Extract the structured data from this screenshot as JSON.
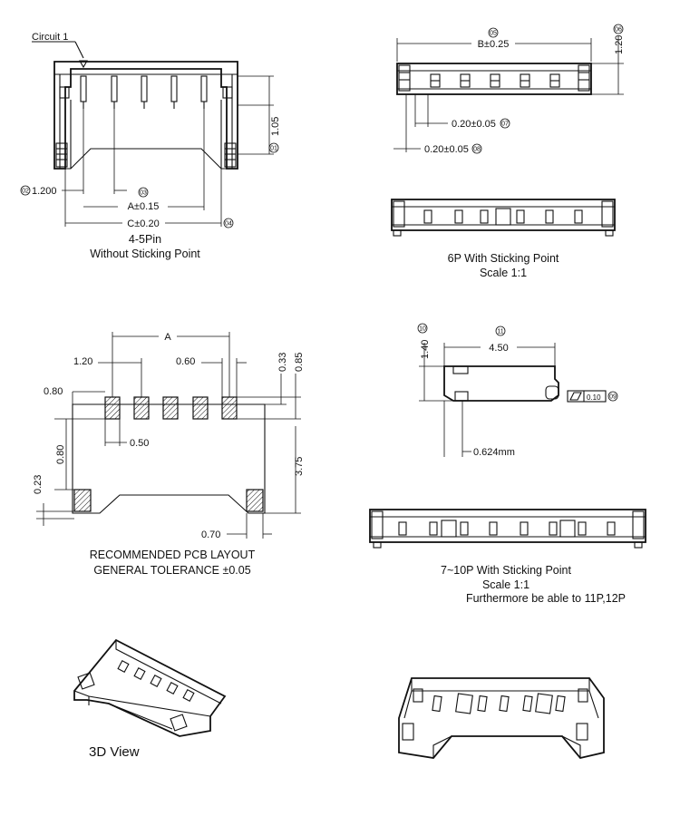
{
  "front_view": {
    "circuit_label": "Circuit 1",
    "dim_a": "A±0.15",
    "dim_c": "C±0.20",
    "dim_pitch": "1.200",
    "dim_height": "1.05",
    "n01": "01",
    "n02": "02",
    "n03": "03",
    "n04": "04",
    "caption_line1": "4-5Pin",
    "caption_line2": "Without Sticking Point"
  },
  "top_view": {
    "dim_b": "B±0.25",
    "dim_120": "1.20",
    "dim_020a": "0.20±0.05",
    "dim_020b": "0.20±0.05",
    "n05": "05",
    "n06": "06",
    "n07": "07",
    "n08": "08"
  },
  "view_6p": {
    "caption_line1": "6P  With Sticking Point",
    "caption_line2": "Scale 1:1"
  },
  "pcb_layout": {
    "dim_a": "A",
    "dim_120": "1.20",
    "dim_060": "0.60",
    "dim_033": "0.33",
    "dim_085": "0.85",
    "dim_080_top": "0.80",
    "dim_050": "0.50",
    "dim_080_side": "0.80",
    "dim_023": "0.23",
    "dim_375": "3.75",
    "dim_070": "0.70",
    "caption_line1": "RECOMMENDED PCB LAYOUT",
    "caption_line2": "GENERAL TOLERANCE ±0.05"
  },
  "side_view": {
    "dim_140": "1.40",
    "dim_450": "4.50",
    "dim_0624": "0.624mm",
    "flatness": "0.10",
    "n09": "09",
    "n10": "10",
    "n11": "11"
  },
  "view_7_10p": {
    "caption_line1": "7~10P  With Sticking Point",
    "caption_line2": "Scale 1:1",
    "caption_line3": "Furthermore be able to 11P,12P"
  },
  "view_3d": {
    "caption": "3D View"
  }
}
